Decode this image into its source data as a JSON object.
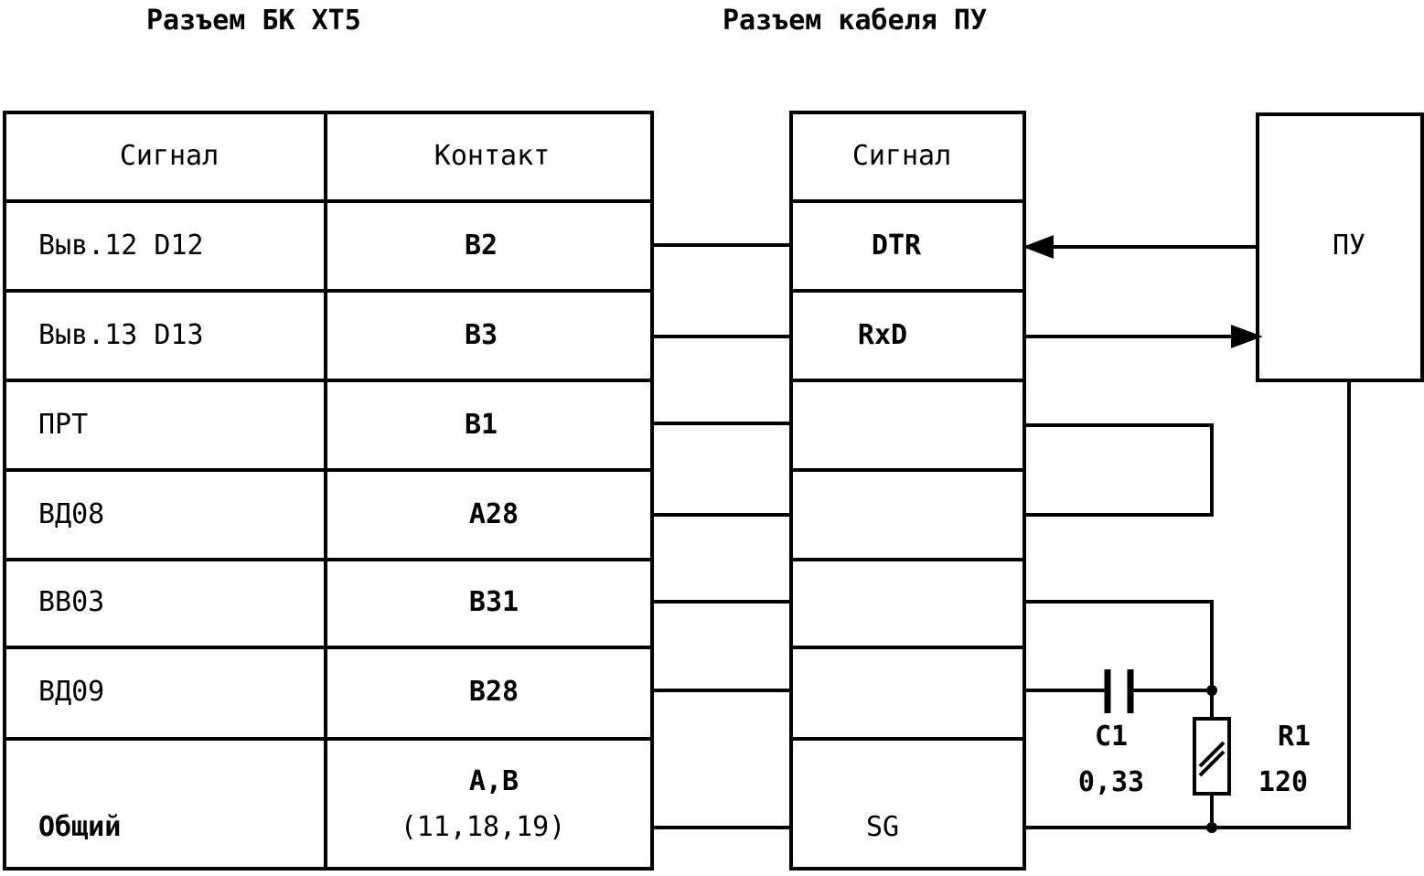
{
  "titles": {
    "left": "Разъем БК XT5",
    "right": "Разъем кабеля ПУ"
  },
  "left_table": {
    "headers": [
      "Сигнал",
      "Контакт"
    ],
    "rows": [
      {
        "signal": "Выв.12 D12",
        "contact": "B2"
      },
      {
        "signal": "Выв.13 D13",
        "contact": "B3"
      },
      {
        "signal": "ПРТ",
        "contact": "B1"
      },
      {
        "signal": "ВД08",
        "contact": "A28"
      },
      {
        "signal": "ВВ03",
        "contact": "B31"
      },
      {
        "signal": "ВД09",
        "contact": "B28"
      },
      {
        "signal": "Общий",
        "contact": "A,B",
        "contact2": "(11,18,19)"
      }
    ]
  },
  "right_table": {
    "header": "Сигнал",
    "rows": [
      "DTR",
      "RxD",
      "",
      "",
      "",
      "",
      "SG"
    ]
  },
  "device": {
    "label": "ПУ"
  },
  "components": {
    "capacitor": {
      "name": "C1",
      "value": "0,33"
    },
    "resistor": {
      "name": "R1",
      "value": "120"
    }
  }
}
